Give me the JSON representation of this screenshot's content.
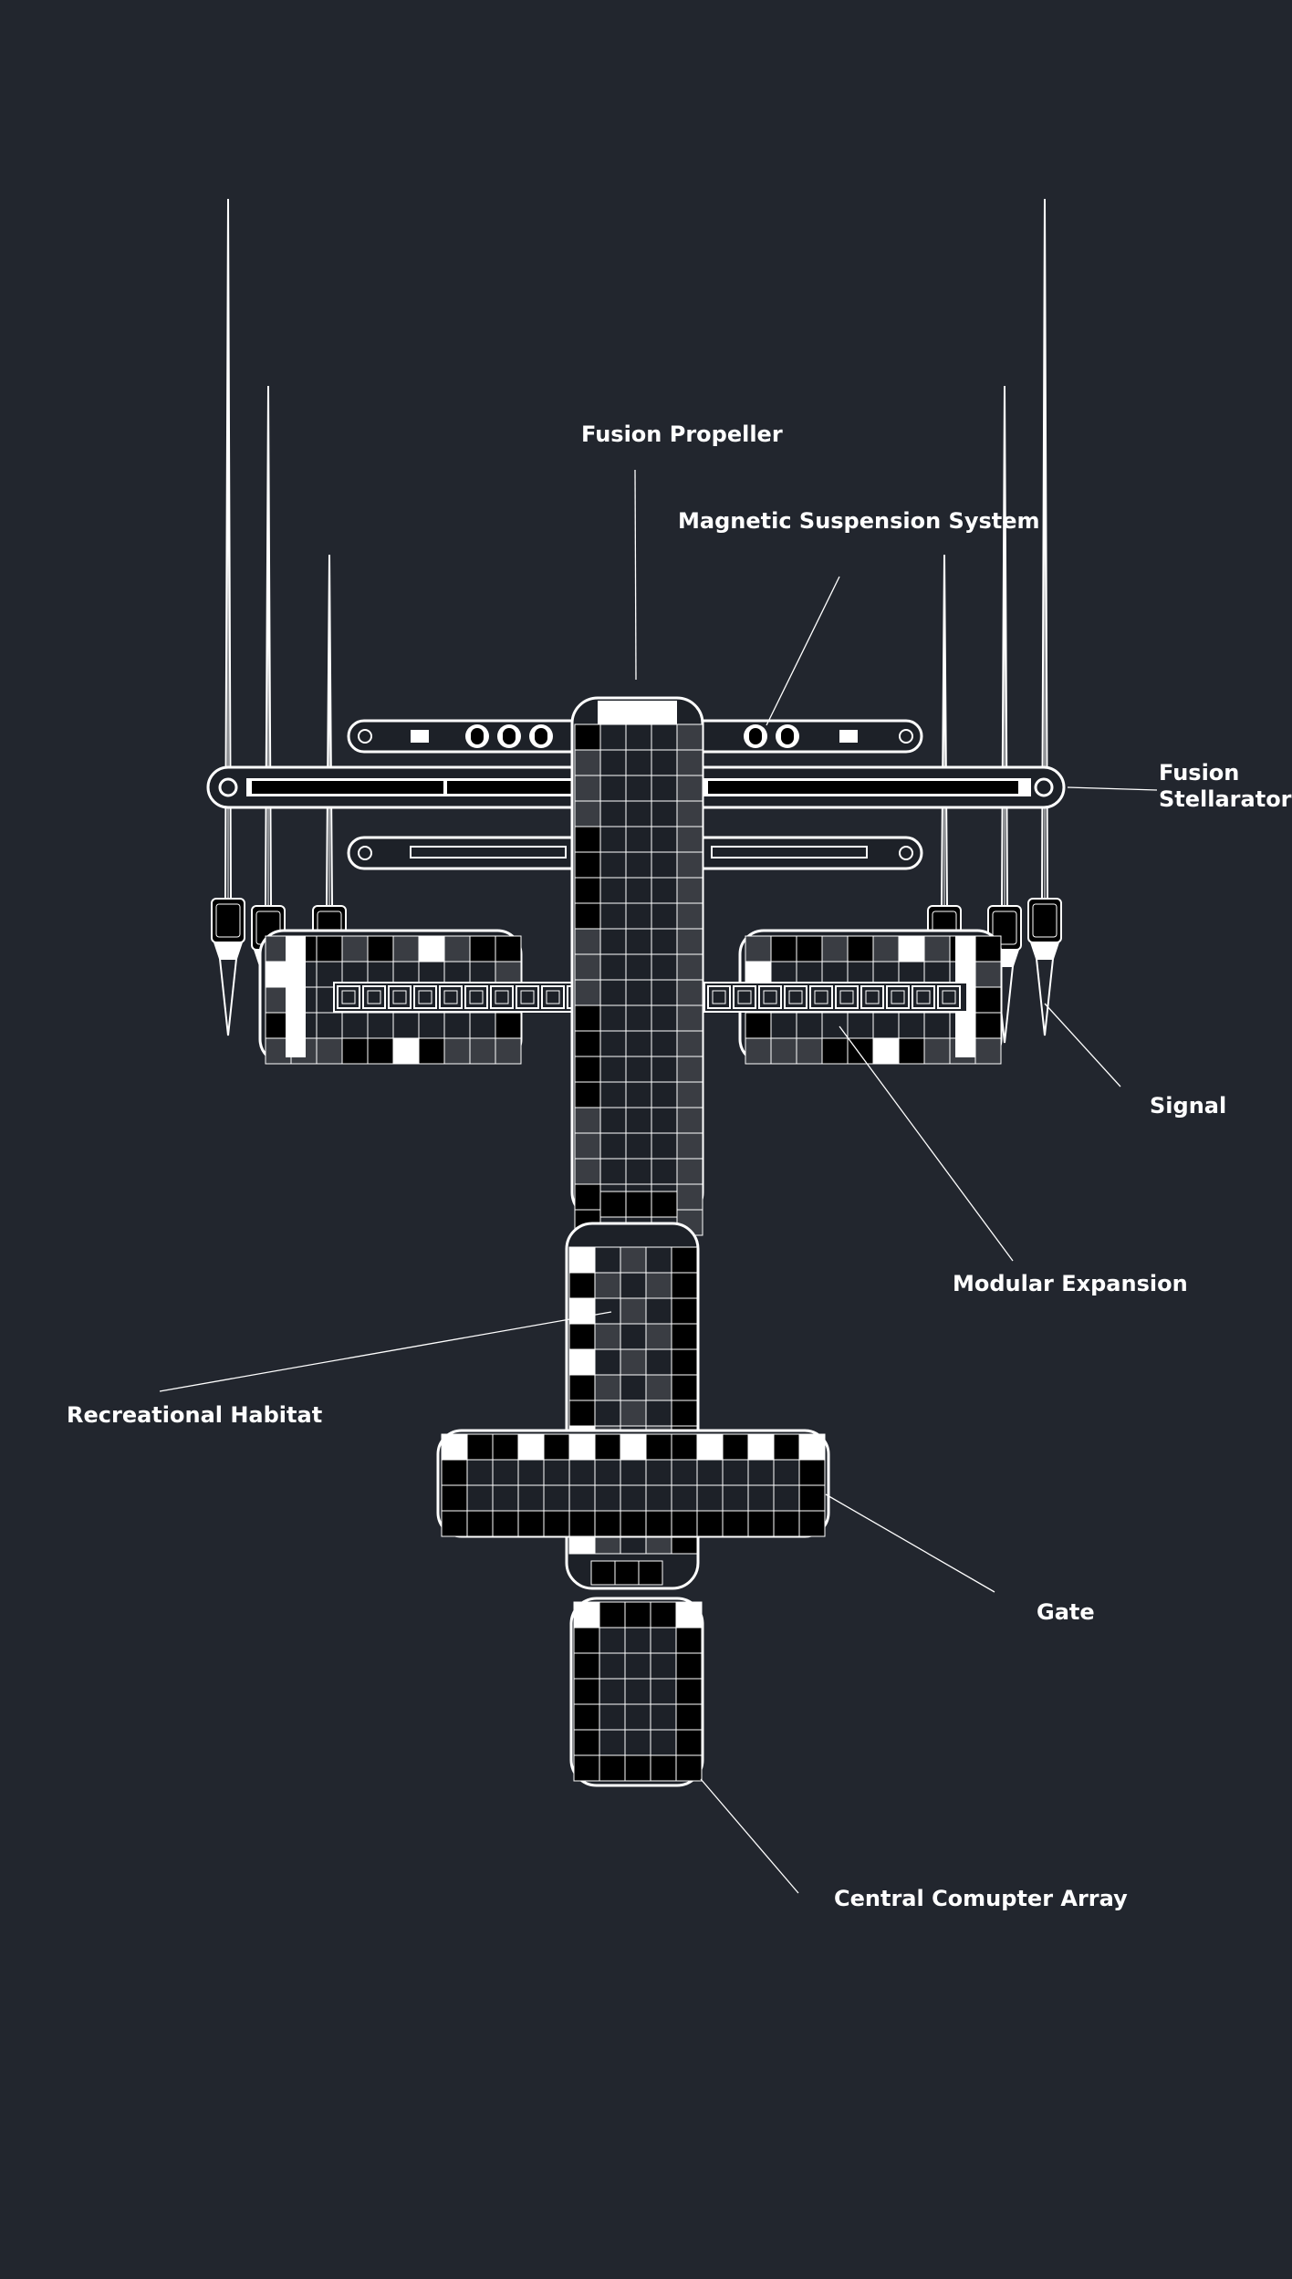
{
  "colors": {
    "background": "#22262e",
    "line": "#ffffff",
    "cell_dark": "#000000",
    "cell_mid": "#3a3d43",
    "cell_light": "#ffffff",
    "panel": "#1d2128"
  },
  "labels": {
    "fusion_propeller": "Fusion Propeller",
    "magnetic_suspension": "Magnetic Suspension System",
    "fusion_stellarator_line1": "Fusion",
    "fusion_stellarator_line2": "Stellarator",
    "signal": "Signal",
    "modular_expansion": "Modular Expansion",
    "recreational_habitat": "Recreational Habitat",
    "gate": "Gate",
    "central_computer_array": "Central Comupter Array"
  }
}
